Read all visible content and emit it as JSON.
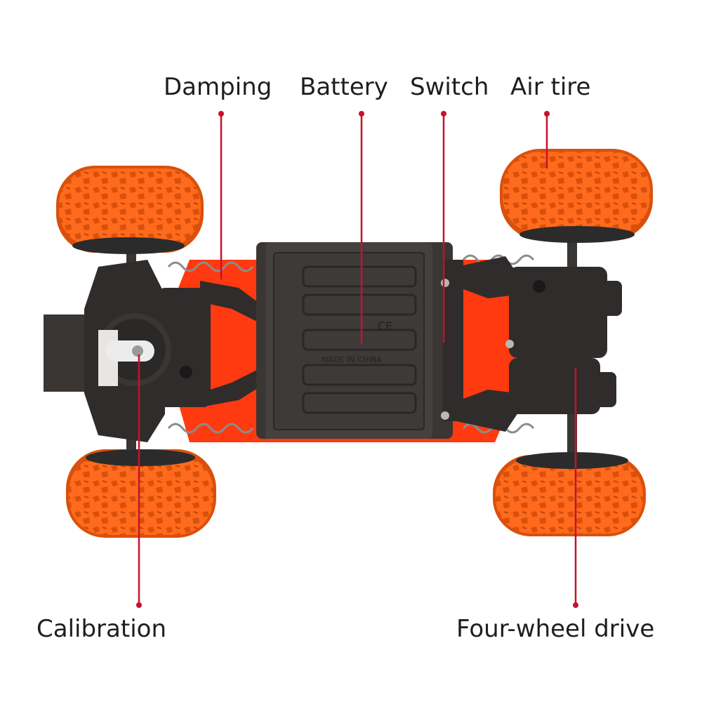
{
  "labels": {
    "damping": "Damping",
    "battery": "Battery",
    "switch": "Switch",
    "air_tire": "Air tire",
    "calibration": "Calibration",
    "four_wheel_drive": "Four-wheel drive"
  },
  "battery_cover": {
    "ce_mark": "CE",
    "made_in": "MADE IN CHINA"
  },
  "colors": {
    "tire": "#ff6a1c",
    "tire_dark": "#d9500c",
    "chassis": "#2f2c2b",
    "chassis_light": "#45413f",
    "body_red": "#ff3a10",
    "callout": "#c8102e",
    "text": "#1e1e1e"
  }
}
